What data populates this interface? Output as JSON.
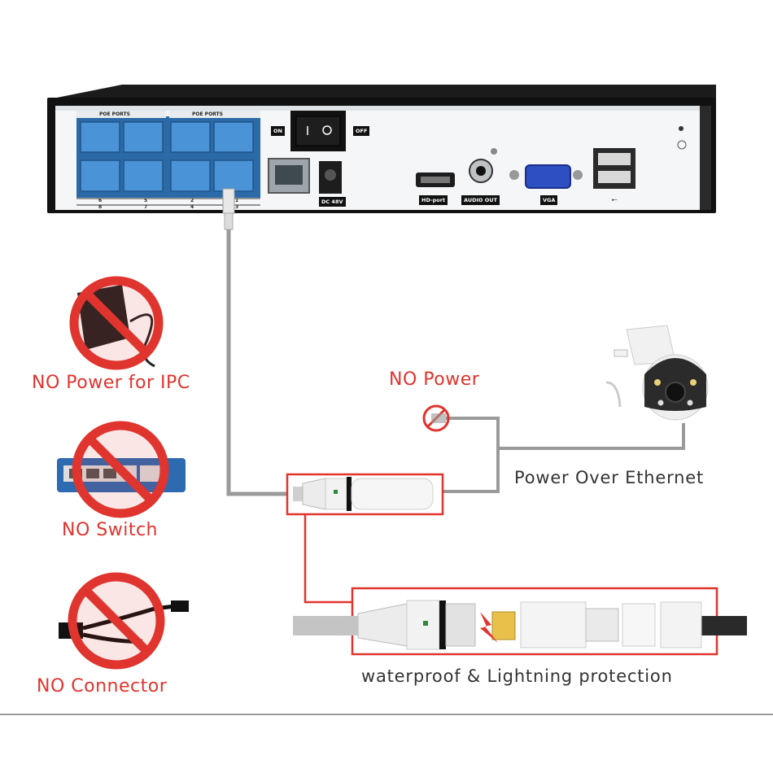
{
  "nvr": {
    "poe_group_1": "POE PORTS",
    "poe_group_2": "POE PORTS",
    "on": "ON",
    "off": "OFF",
    "dc": "DC 48V",
    "hd_port": "HD-port",
    "audio_out": "AUDIO OUT",
    "vga": "VGA",
    "port_nums_top": [
      "6",
      "5",
      "2",
      "1"
    ],
    "port_nums_bottom": [
      "8",
      "7",
      "4",
      "3"
    ]
  },
  "labels": {
    "no_power_ipc": "NO Power for IPC",
    "no_switch": "NO Switch",
    "no_connector": "NO Connector",
    "no_power": "NO Power",
    "poe": "Power Over Ethernet",
    "waterproof": "waterproof & Lightning protection"
  },
  "colors": {
    "red": "#e0342e",
    "port_blue": "#3b86c9",
    "cable_gray": "#9a9a9a"
  }
}
